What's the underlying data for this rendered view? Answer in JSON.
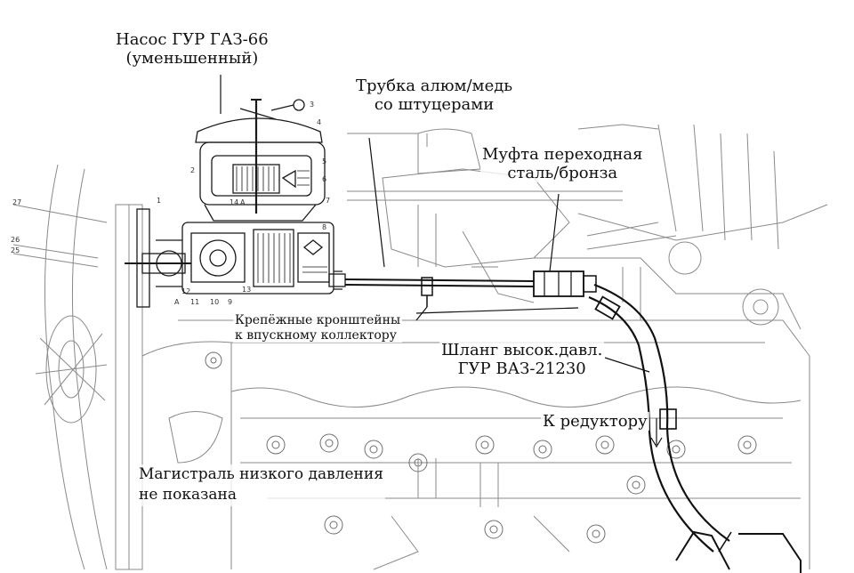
{
  "labels": {
    "pump": [
      "Насос ГУР ГАЗ-66",
      "(уменьшенный)"
    ],
    "tube": [
      "Трубка алюм/медь",
      "со штуцерами"
    ],
    "coupling": [
      "Муфта переходная",
      "сталь/бронза"
    ],
    "brackets": [
      "Крепёжные кронштейны",
      "к впускному коллектору"
    ],
    "hose": [
      "Шланг высок.давл.",
      "ГУР ВАЗ-21230"
    ],
    "to_gearbox": "К редуктору",
    "low_pressure": [
      "Магистраль низкого давления",
      "не показана"
    ]
  },
  "callouts": [
    "27",
    "26",
    "25",
    "1",
    "2",
    "3",
    "4",
    "5",
    "6",
    "7",
    "8",
    "9",
    "10",
    "11",
    "12",
    "13",
    "14",
    "A",
    "A"
  ],
  "colors": {
    "ink": "#111111",
    "sketch": "#7a7a7a",
    "paper": "#ffffff"
  }
}
